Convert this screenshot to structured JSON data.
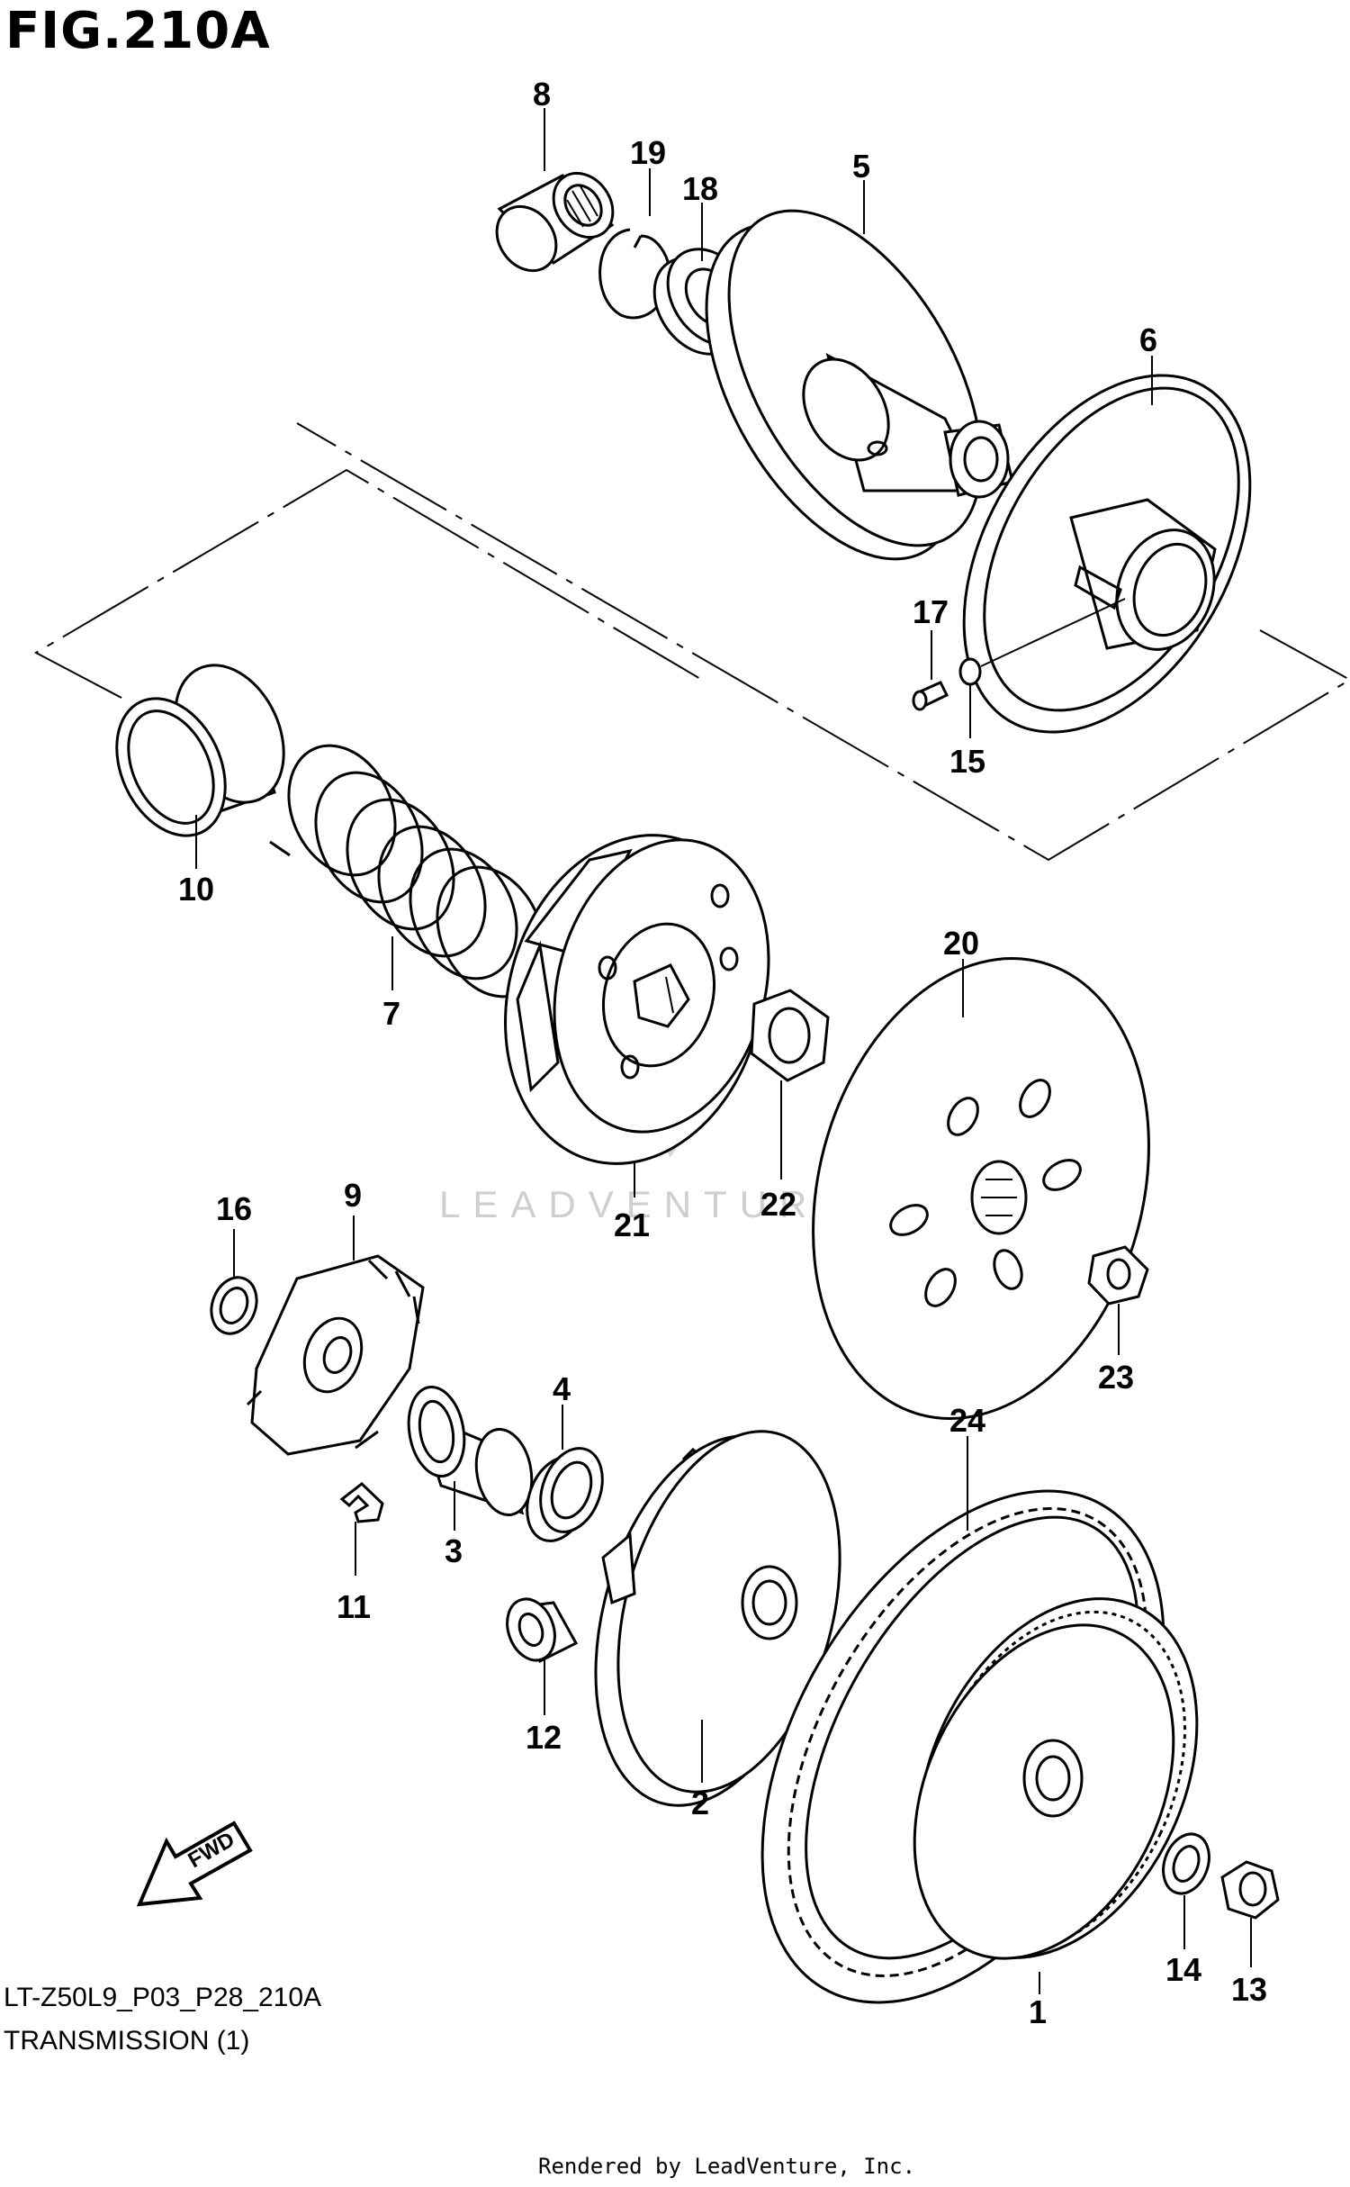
{
  "figure_title": "FIG.210A",
  "diagram_code": "LT-Z50L9_P03_P28_210A",
  "diagram_name": "TRANSMISSION (1)",
  "rendered_by": "Rendered by LeadVenture, Inc.",
  "watermark": "LEADVENTURE",
  "fwd_label": "FWD",
  "callouts": [
    {
      "id": "c8",
      "label": "8"
    },
    {
      "id": "c19",
      "label": "19"
    },
    {
      "id": "c18",
      "label": "18"
    },
    {
      "id": "c5",
      "label": "5"
    },
    {
      "id": "c6",
      "label": "6"
    },
    {
      "id": "c17",
      "label": "17"
    },
    {
      "id": "c15",
      "label": "15"
    },
    {
      "id": "c10",
      "label": "10"
    },
    {
      "id": "c7",
      "label": "7"
    },
    {
      "id": "c20",
      "label": "20"
    },
    {
      "id": "c21",
      "label": "21"
    },
    {
      "id": "c22",
      "label": "22"
    },
    {
      "id": "c16",
      "label": "16"
    },
    {
      "id": "c9",
      "label": "9"
    },
    {
      "id": "c23",
      "label": "23"
    },
    {
      "id": "c4",
      "label": "4"
    },
    {
      "id": "c24",
      "label": "24"
    },
    {
      "id": "c3",
      "label": "3"
    },
    {
      "id": "c11",
      "label": "11"
    },
    {
      "id": "c12",
      "label": "12"
    },
    {
      "id": "c2",
      "label": "2"
    },
    {
      "id": "c14",
      "label": "14"
    },
    {
      "id": "c13",
      "label": "13"
    },
    {
      "id": "c1",
      "label": "1"
    }
  ]
}
